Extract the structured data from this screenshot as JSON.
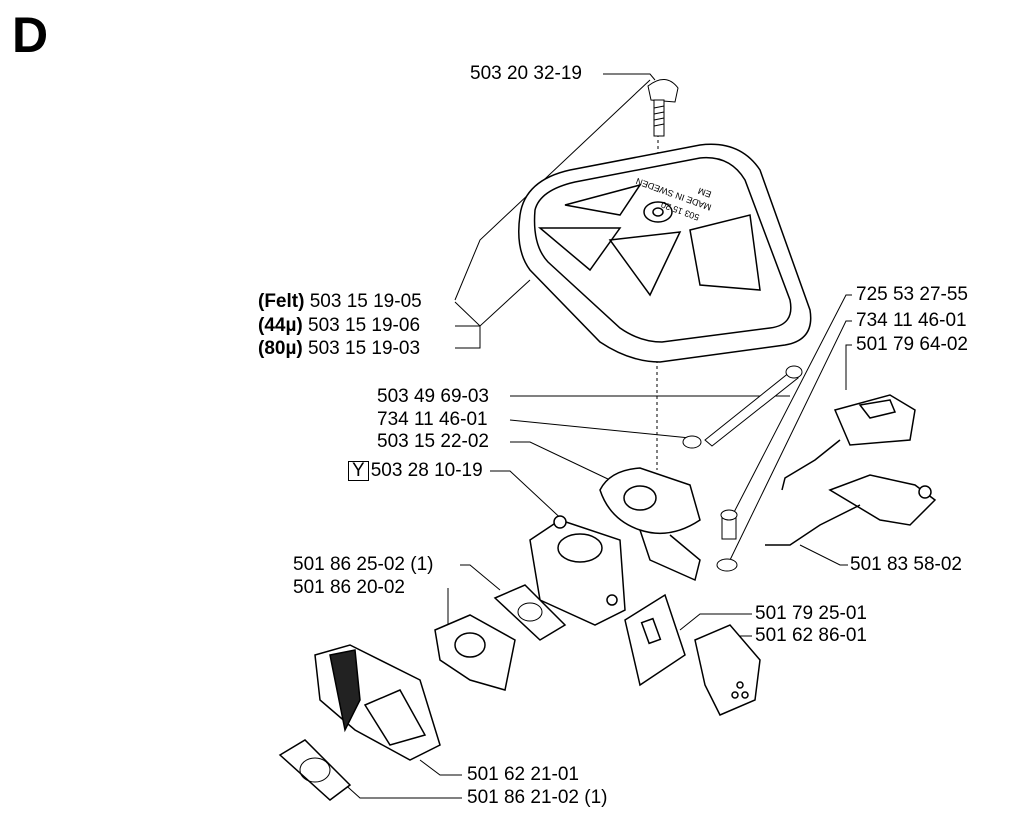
{
  "section_letter": "D",
  "air_filter_variants": [
    {
      "qualifier": "Felt",
      "part": "503 15 19-05"
    },
    {
      "qualifier": "44µ",
      "part": "503 15 19-06"
    },
    {
      "qualifier": "80µ",
      "part": "503 15 19-03"
    }
  ],
  "filter_stamp": {
    "line1": "503 15 20",
    "line2": "MADE IN SWEDEN",
    "line3": "EM"
  },
  "carburetor_marker": "Y",
  "parts": {
    "screw_top": "503 20 32-19",
    "bolt_long": "503 49 69-03",
    "washer": "734 11 46-01",
    "bracket": "503 15 22-02",
    "carburetor": "503 28 10-19",
    "gasket_small": "501 86 25-02 (1)",
    "intake_adapter": "501 86 20-02",
    "screw_right": "725 53 27-55",
    "washer_right": "734 11 46-01",
    "choke_knob": "501 79 64-02",
    "throttle_rod": "501 83 58-02",
    "plate": "501 79 25-01",
    "bushing": "501 62 86-01",
    "intake_housing": "501 62 21-01",
    "gasket_large": "501 86 21-02 (1)"
  }
}
